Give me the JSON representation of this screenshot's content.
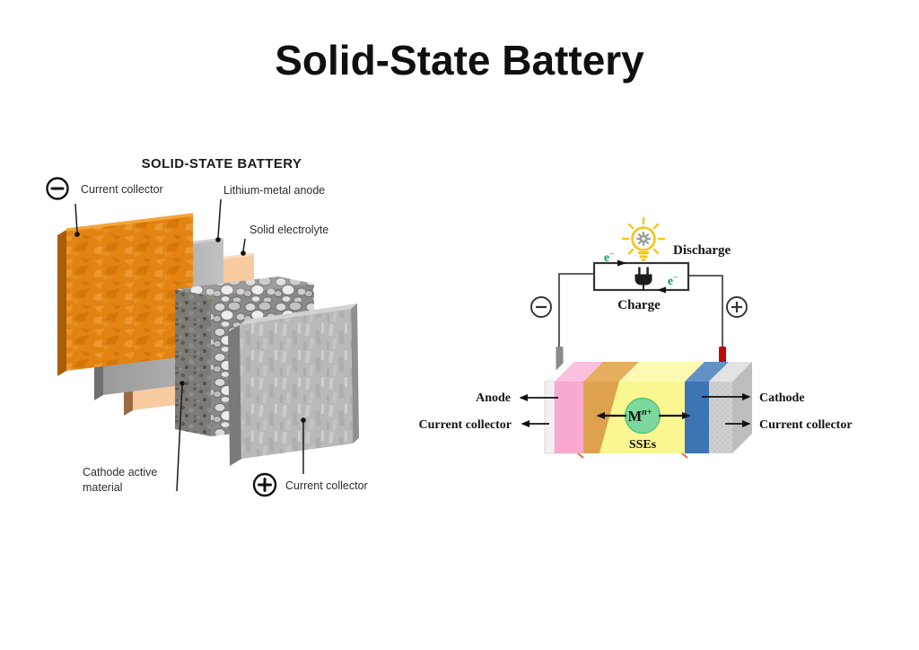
{
  "page": {
    "title": "Solid-State Battery"
  },
  "left_diagram": {
    "title": "SOLID-STATE BATTERY",
    "labels": {
      "current_collector_top": "Current collector",
      "lithium_metal_anode": "Lithium-metal anode",
      "solid_electrolyte": "Solid electrolyte",
      "cathode_active_material_line1": "Cathode active",
      "cathode_active_material_line2": "material",
      "current_collector_bottom": "Current collector"
    },
    "terminals": {
      "negative": "−",
      "positive": "+"
    },
    "layers": [
      {
        "name": "current-collector-negative",
        "color": "#E28312"
      },
      {
        "name": "lithium-metal-anode",
        "color": "#A8A8A8"
      },
      {
        "name": "solid-electrolyte",
        "color": "#F7CAA0"
      },
      {
        "name": "cathode-active-material",
        "color": "#8A8A8A"
      },
      {
        "name": "current-collector-positive",
        "color": "#B9B9B9"
      }
    ]
  },
  "right_diagram": {
    "labels": {
      "discharge": "Discharge",
      "charge": "Charge",
      "anode": "Anode",
      "cathode": "Cathode",
      "current_collector_left": "Current collector",
      "current_collector_right": "Current collector",
      "sses": "SSEs",
      "electron_base": "e",
      "electron_sup": "−",
      "ion_base": "M",
      "ion_sup": "n+"
    },
    "terminals": {
      "negative": "−",
      "positive": "+"
    },
    "colors": {
      "anode_pink": "#F9A8CF",
      "anode_pink_top": "#FBC0DD",
      "interface_orange": "#DEA24F",
      "interface_orange_top": "#E5AE5F",
      "electrolyte_yellow": "#FAF692",
      "electrolyte_yellow_top": "#FCF9B2",
      "cathode_blue": "#3D74B4",
      "cathode_blue_top": "#6390C5",
      "collector_white": "#F1F1F1",
      "collector_white_top": "#FAFAFA",
      "collector_gray": "#CFCFCF",
      "collector_gray_top": "#E3E3E3",
      "ion_green": "#7CD89C",
      "electron_green": "#00A14B",
      "bulb_yellow": "#F5C51B",
      "electrode_red": "#BE0808",
      "electrode_gray": "#8A8A8A",
      "wire_gray": "#4d4d4d"
    }
  }
}
